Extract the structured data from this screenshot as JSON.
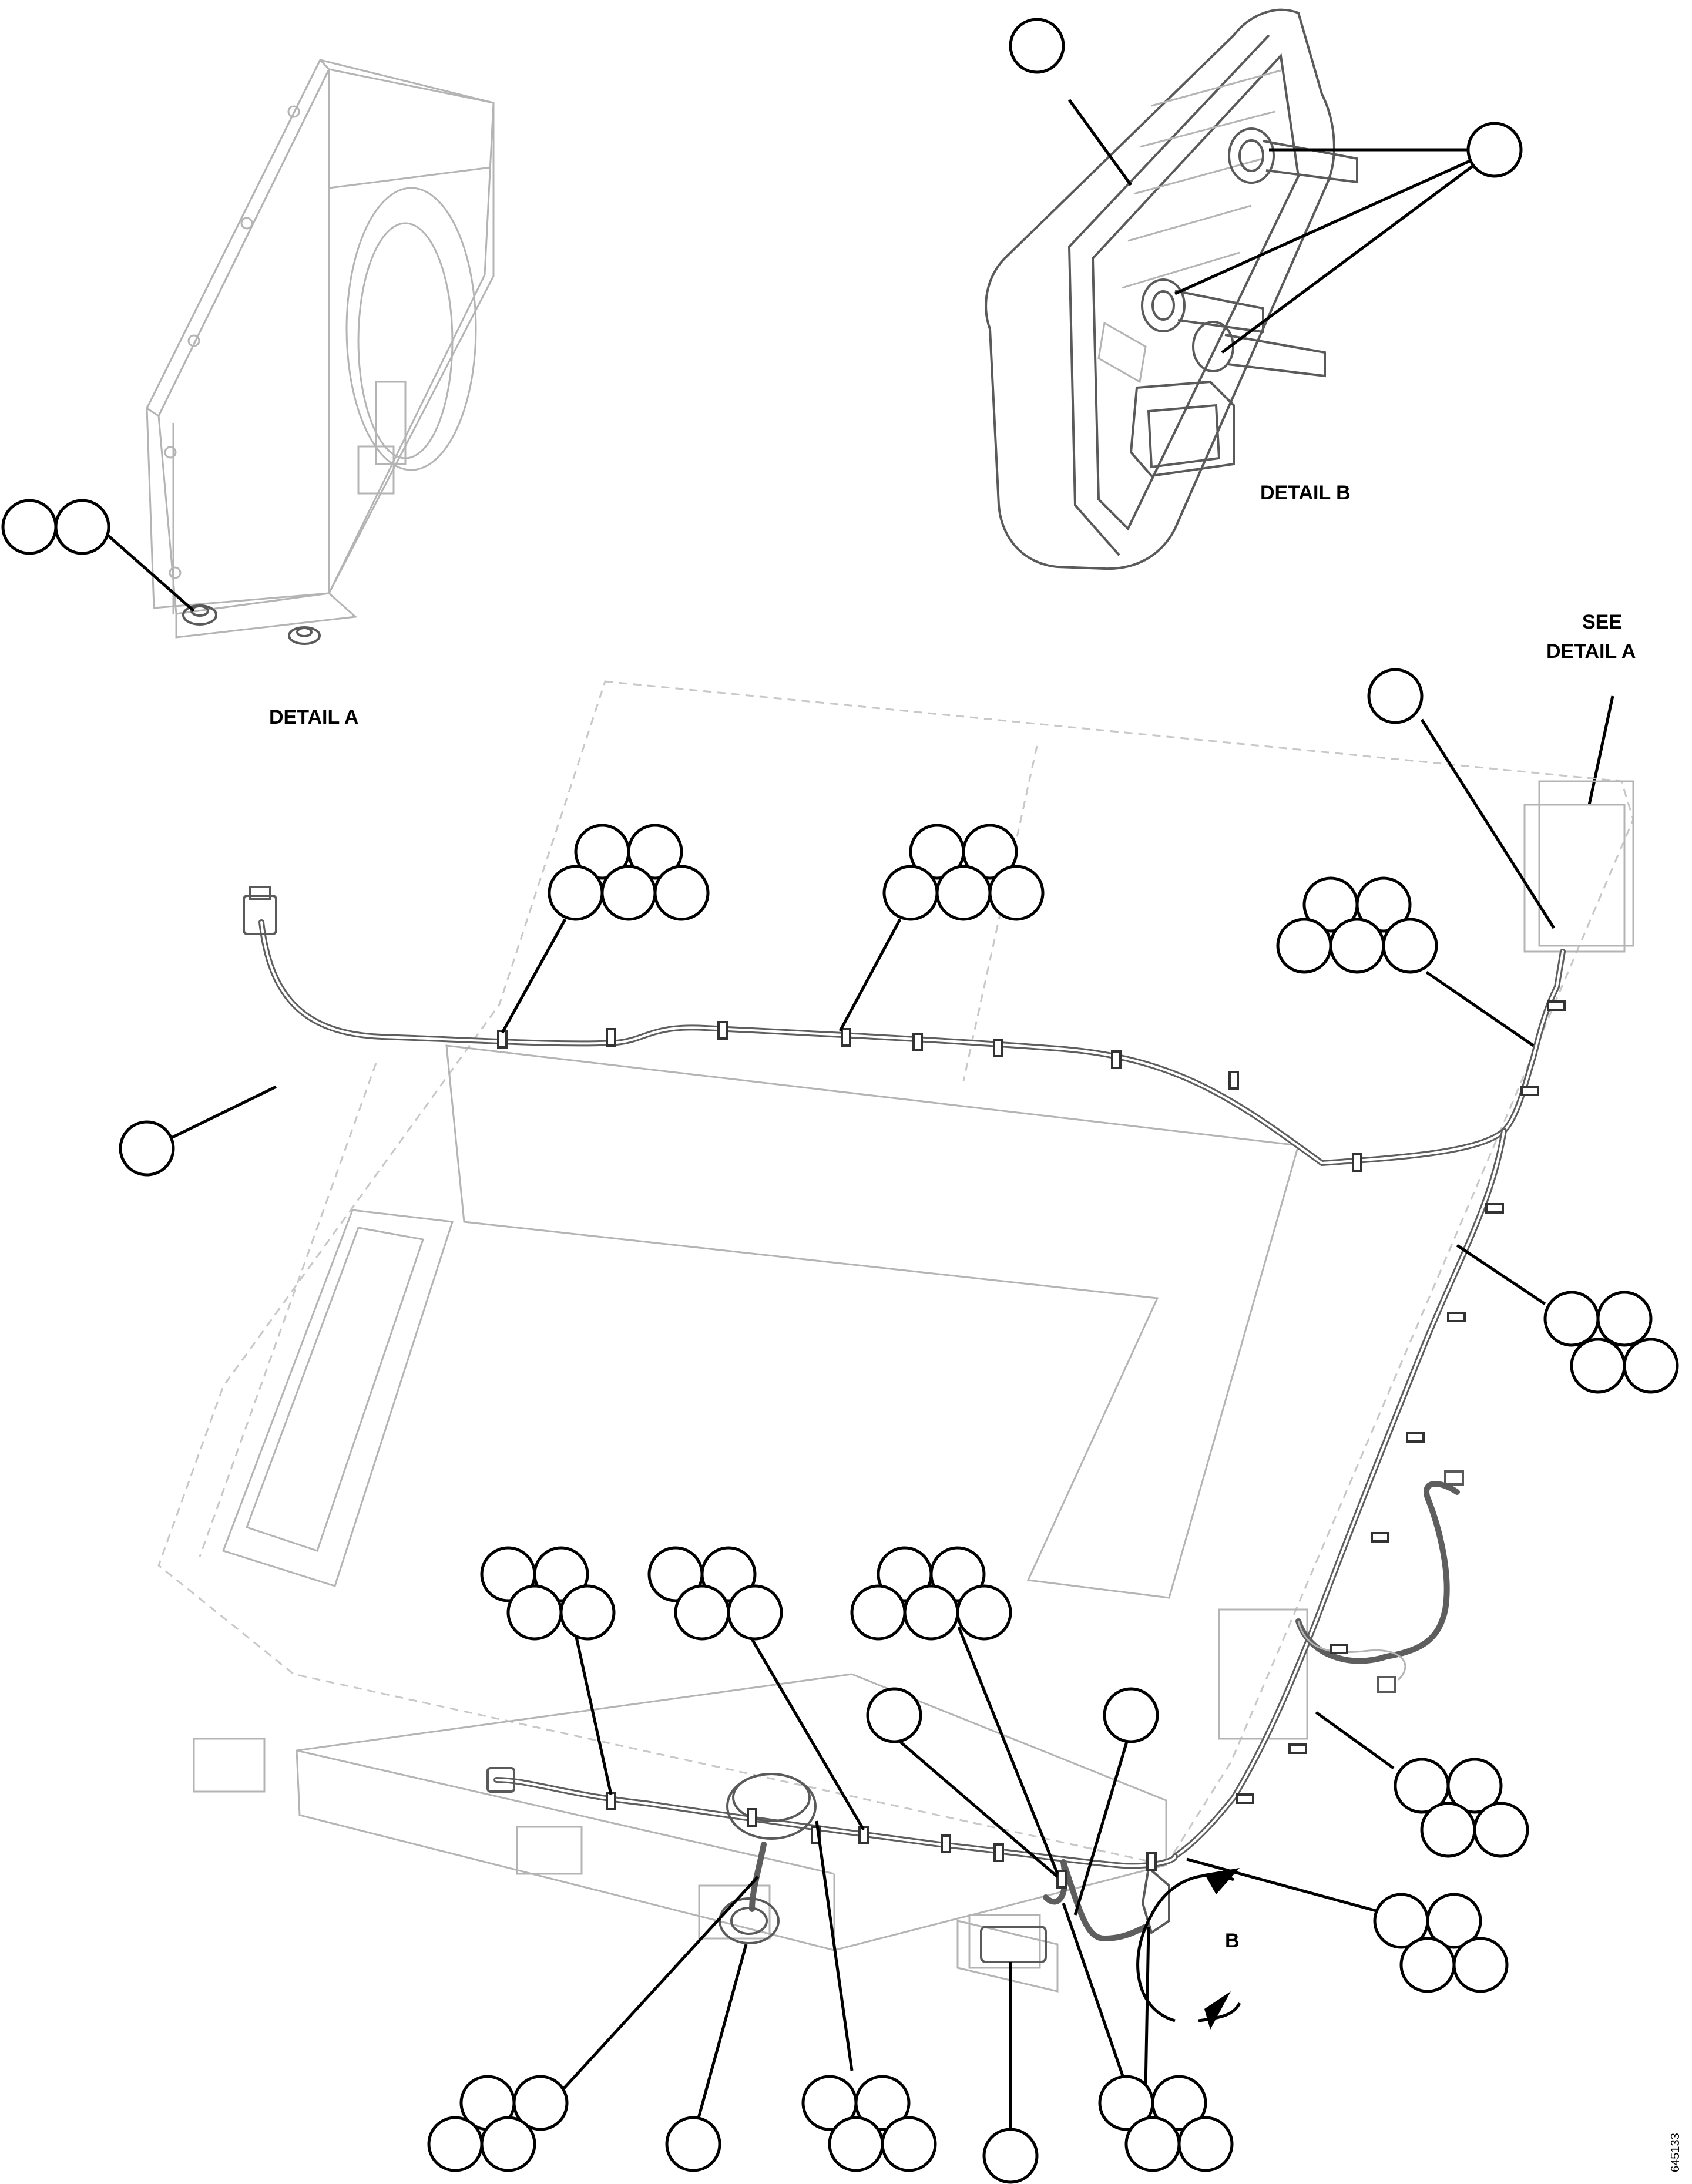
{
  "labels": {
    "detail_a": "DETAIL A",
    "detail_b": "DETAIL B",
    "see_line1": "SEE",
    "see_line2": "DETAIL A",
    "view_b": "B",
    "drawing_number": "645133"
  },
  "colors": {
    "line": "#000000",
    "faint_part": "#b4b4b4",
    "harness": "#5e5e5e"
  }
}
